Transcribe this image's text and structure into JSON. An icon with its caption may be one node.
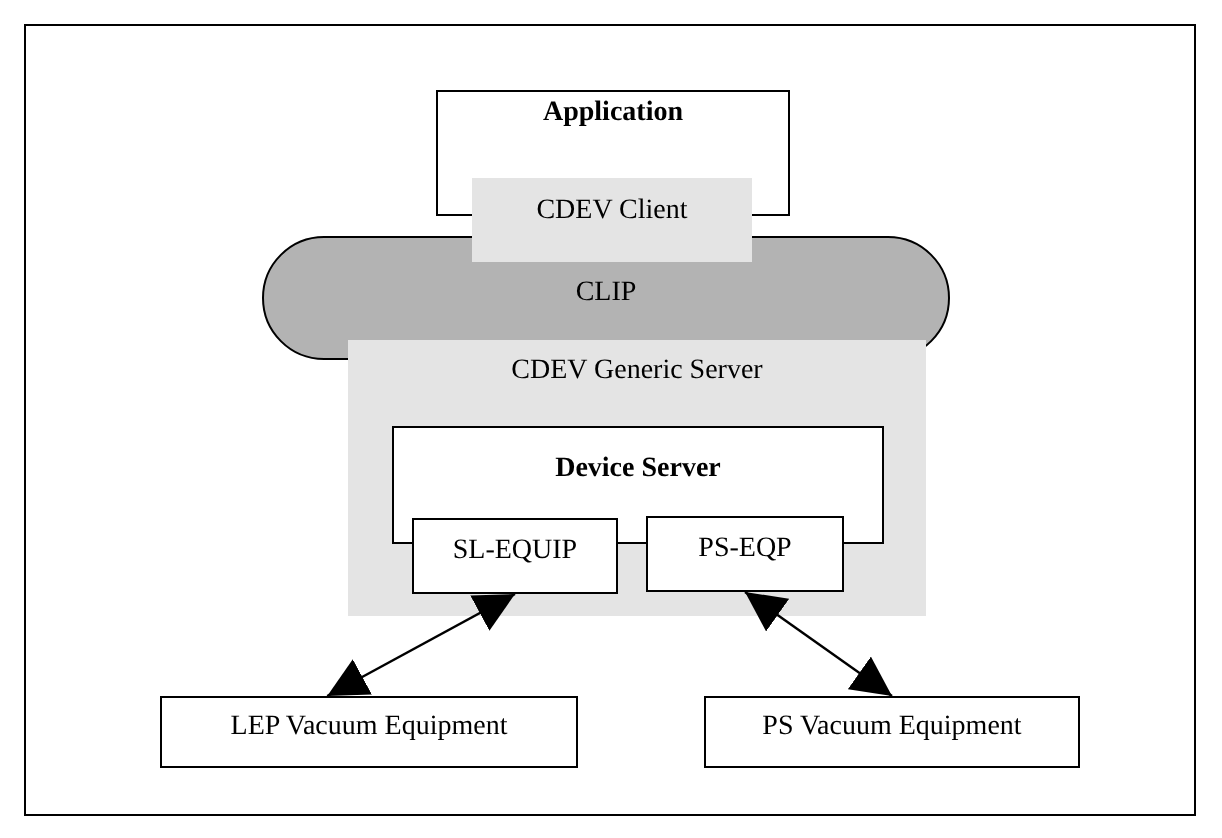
{
  "diagram": {
    "nodes": [
      {
        "text": [
          "Application"
        ]
      },
      {
        "text": [
          "CDEV Client"
        ]
      },
      {
        "text": [
          "CLIP"
        ]
      },
      {
        "text": [
          "CDEV Generic Server"
        ]
      },
      {
        "text": [
          "Device Server"
        ],
        "in": 3
      },
      {
        "text": [
          "SL-EQUIP"
        ],
        "in": 3
      },
      {
        "text": [
          "PS-EQP"
        ],
        "in": 3
      },
      {
        "text": [
          "LEP Vacuum Equipment"
        ]
      },
      {
        "text": [
          "PS Vacuum Equipment"
        ]
      }
    ],
    "edges": [
      {
        "from": 5,
        "to": 7,
        "arrow": "both"
      },
      {
        "from": 6,
        "to": 8,
        "arrow": "both"
      }
    ]
  }
}
